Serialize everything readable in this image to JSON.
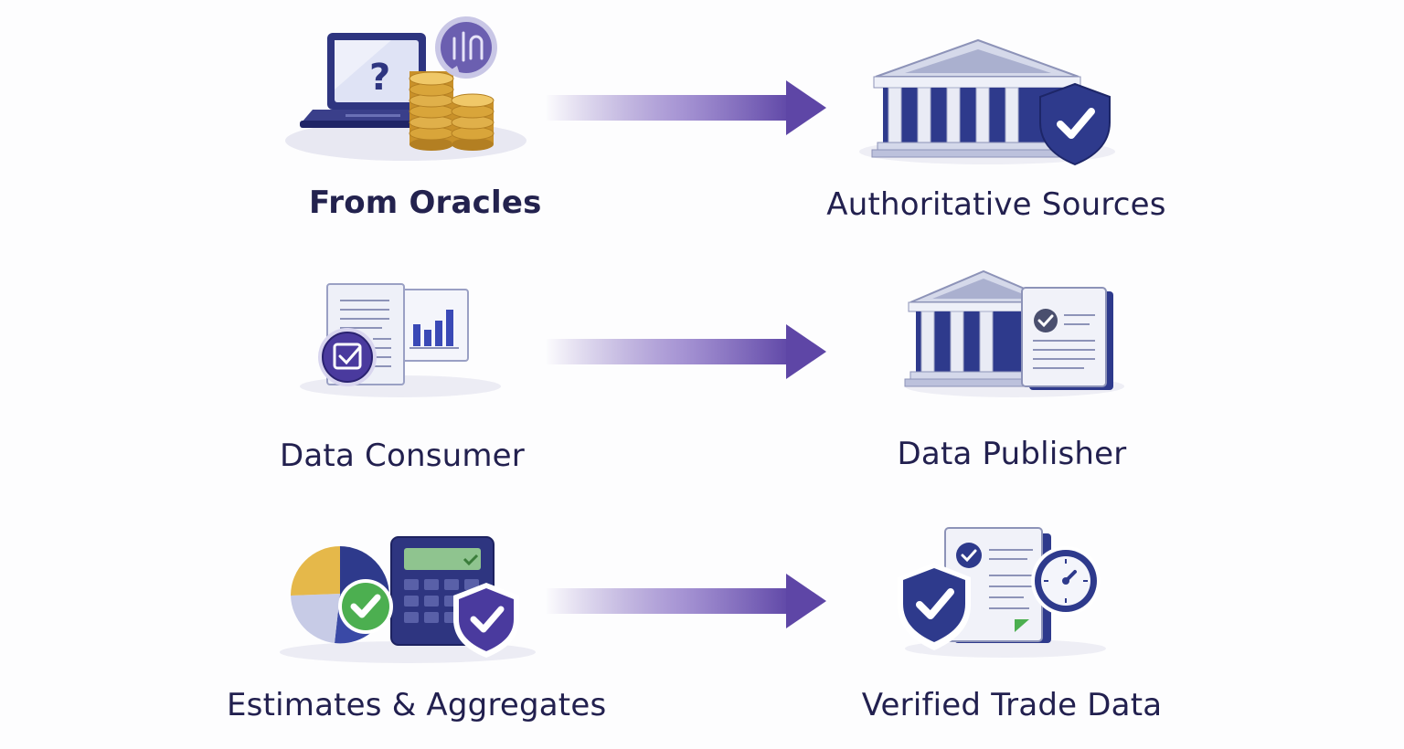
{
  "rows": [
    {
      "left": {
        "label": "From Oracles",
        "icon": "laptop-coins-oracle-icon",
        "question_mark": "?"
      },
      "right": {
        "label": "Authoritative Sources",
        "icon": "bank-shield-icon"
      }
    },
    {
      "left": {
        "label": "Data Consumer",
        "icon": "documents-chart-checkbox-icon"
      },
      "right": {
        "label": "Data Publisher",
        "icon": "bank-certificate-icon"
      }
    },
    {
      "left": {
        "label": "Estimates & Aggregates",
        "icon": "pie-calculator-shield-icon"
      },
      "right": {
        "label": "Verified Trade Data",
        "icon": "shield-document-clock-icon"
      }
    }
  ],
  "colors": {
    "text": "#23224e",
    "navy": "#2e3580",
    "purple": "#6b4fb0",
    "gold": "#d9a53a",
    "green": "#4caf50"
  }
}
